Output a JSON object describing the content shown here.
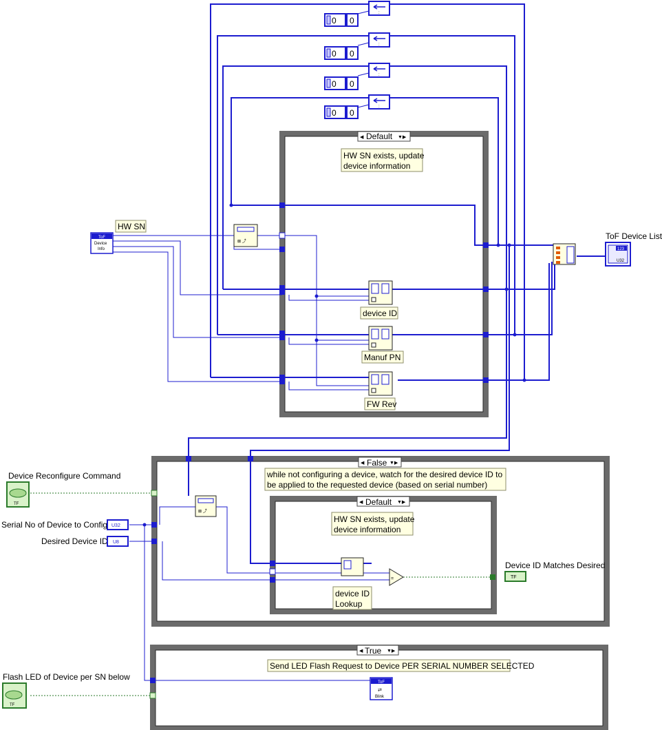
{
  "labels": {
    "hw_sn": "HW SN",
    "tof_device_list": "ToF Device List",
    "device_reconfigure_command": "Device Reconfigure Command",
    "serial_no_label": "Serial No of Device to Config",
    "desired_device_id_label": "Desired Device ID",
    "flash_led_label": "Flash LED of Device per SN below",
    "device_id_matches": "Device ID Matches Desired"
  },
  "comments": {
    "upper_case_comment_line1": "HW SN exists, update",
    "upper_case_comment_line2": "device information",
    "device_id": "device ID",
    "manuf_pn": "Manuf PN",
    "fw_rev": "FW Rev",
    "false_case_line1": "while not configuring a device, watch for the desired device ID to",
    "false_case_line2": "be applied to the requested device (based on serial number)",
    "inner_case_line1": "HW SN exists, update",
    "inner_case_line2": "device information",
    "lookup_line1": "device ID",
    "lookup_line2": "Lookup",
    "true_case_comment": "Send LED Flash Request to Device PER SERIAL NUMBER SELECTED"
  },
  "case_selectors": {
    "upper_case": "Default",
    "false_case": "False",
    "inner_case": "Default",
    "true_case": "True"
  },
  "constants": {
    "numeric_value": "0",
    "shift_value": "0"
  },
  "terminal_badges": {
    "u32": "U32",
    "u8": "U8",
    "tf": "TF",
    "tof_device_info_title": "ToF",
    "tof_device_info_line1": "Device",
    "tof_device_info_line2": "Info",
    "blink_title": "ToF",
    "blink_label": "Blink",
    "list_indicator": "123",
    "list_indicator_type": "U32"
  },
  "colors": {
    "wire": "#1c1ccf",
    "boolean_wire": "#2a7a2a",
    "comment_fill": "#ffffe1",
    "structure_border": "#6b6b6b"
  }
}
